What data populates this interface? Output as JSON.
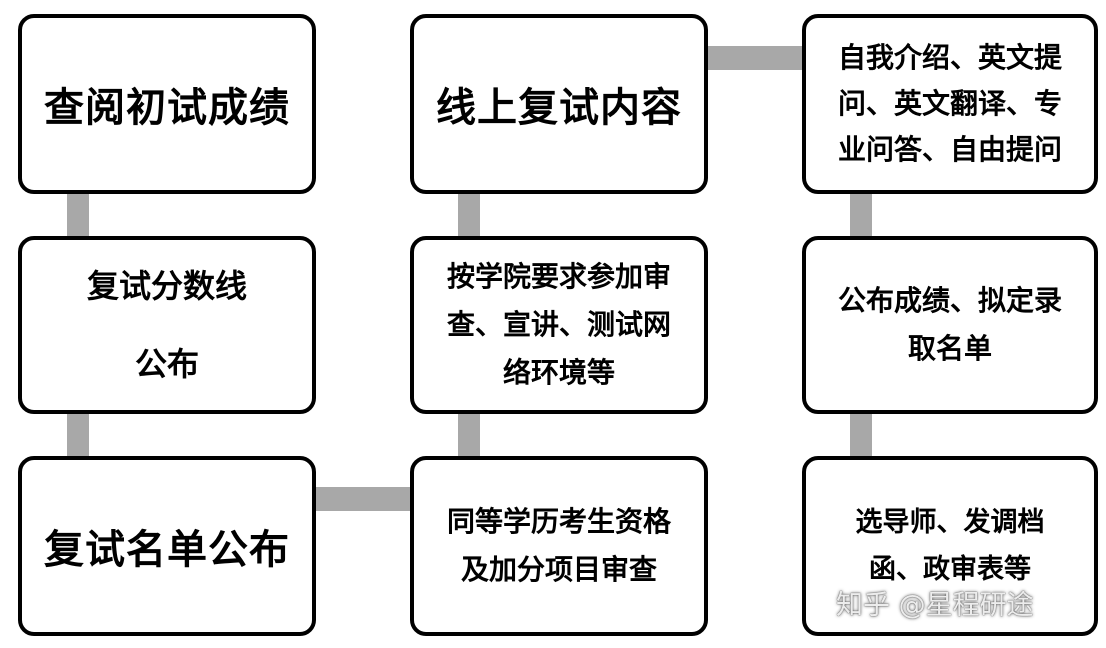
{
  "steps": {
    "s1": {
      "lines": [
        "查阅初试成绩"
      ]
    },
    "s2": {
      "lines": [
        "复试分数线",
        "公布"
      ]
    },
    "s3": {
      "lines": [
        "复试名单公布"
      ]
    },
    "s4": {
      "lines": [
        "同等学历考生资格",
        "及加分项目审查"
      ]
    },
    "s5": {
      "lines": [
        "按学院要求参加审",
        "查、宣讲、测试网",
        "络环境等"
      ]
    },
    "s6": {
      "lines": [
        "线上复试内容"
      ]
    },
    "s7": {
      "lines": [
        "自我介绍、英文提",
        "问、英文翻译、专",
        "业问答、自由提问"
      ]
    },
    "s8": {
      "lines": [
        "公布成绩、拟定录",
        "取名单"
      ]
    },
    "s9": {
      "lines": [
        "选导师、发调档",
        "函、政审表等"
      ]
    }
  },
  "watermark": "知乎 @星程研途",
  "colors": {
    "border": "#000000",
    "connector": "#a8a8a8",
    "background": "#ffffff"
  }
}
